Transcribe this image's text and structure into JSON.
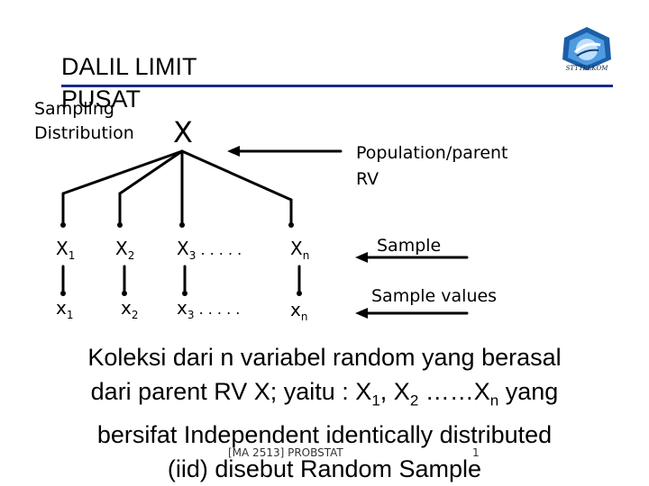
{
  "slide": {
    "title": "DALIL LIMIT PUSAT",
    "logo_text": "STTTELKOM",
    "colors": {
      "title_rule": "#1a2a8a",
      "logo_blue": "#1b5fa8"
    }
  },
  "diagram": {
    "left_label_line1": "Sampling",
    "left_label_line2": "Distribution",
    "root_symbol": "X",
    "population_label_line1": "Population/parent",
    "population_label_line2": "RV",
    "sample_label": "Sample",
    "sample_values_label": "Sample values",
    "dots": ". . . . .",
    "random_vars": [
      {
        "base": "X",
        "sub": "1"
      },
      {
        "base": "X",
        "sub": "2"
      },
      {
        "base": "X",
        "sub": "3"
      },
      {
        "base": "X",
        "sub": "n"
      }
    ],
    "values": [
      {
        "base": "x",
        "sub": "1"
      },
      {
        "base": "x",
        "sub": "2"
      },
      {
        "base": "x",
        "sub": "3"
      },
      {
        "base": "x",
        "sub": "n"
      }
    ]
  },
  "caption": {
    "line1": "Koleksi dari n variabel random yang berasal",
    "line2_part1": "dari parent RV X; yaitu : X",
    "line2_sub1": "1",
    "line2_part2": ", X",
    "line2_sub2": "2",
    "line2_part3": " ……X",
    "line2_subn": "n",
    "line2_part4": " yang",
    "line3": "bersifat Independent identically distributed",
    "line4": "(iid) disebut Random Sample"
  },
  "footer": {
    "left": "[MA 2513]  PROBSTAT",
    "right": "1"
  }
}
